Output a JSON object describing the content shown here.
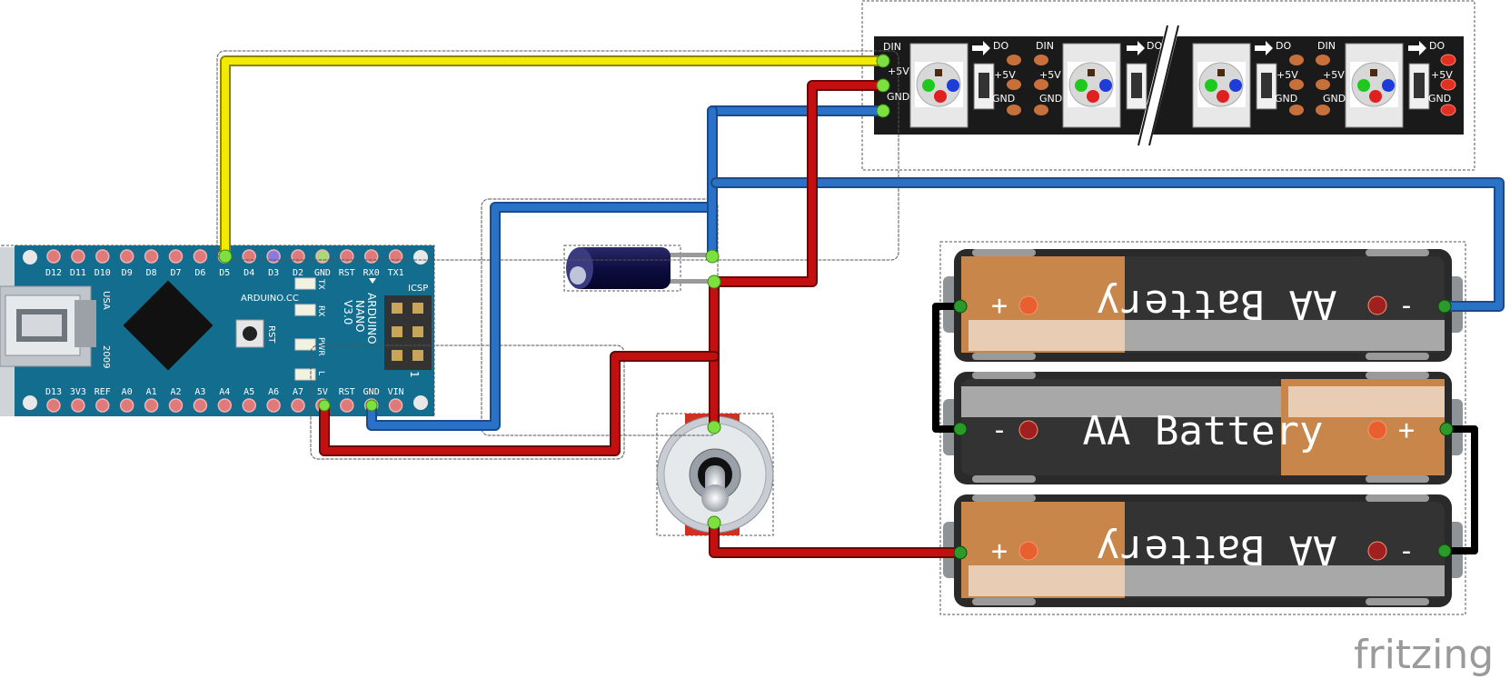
{
  "watermark": "fritzing",
  "arduino": {
    "top_pins": [
      "D12",
      "D11",
      "D10",
      "D9",
      "D8",
      "D7",
      "D6",
      "D5",
      "D4",
      "D3",
      "D2",
      "GND",
      "RST",
      "RX0",
      "TX1"
    ],
    "bottom_pins": [
      "D13",
      "3V3",
      "REF",
      "A0",
      "A1",
      "A2",
      "A3",
      "A4",
      "A5",
      "A6",
      "A7",
      "5V",
      "RST",
      "GND",
      "VIN"
    ],
    "brand": "ARDUINO.CC",
    "model": [
      "ARDUINO",
      "NANO",
      "V3.0"
    ],
    "origin": [
      "USA",
      "2009"
    ],
    "leds": [
      "TX",
      "RX",
      "PWR",
      "L"
    ],
    "rst_button": "RST",
    "icsp": "ICSP",
    "icsp_pin1": "1"
  },
  "led_strip": {
    "pads_left": [
      "DIN",
      "+5V",
      "GND"
    ],
    "pads_in": [
      "DIN",
      "+5V",
      "GND"
    ],
    "pads_out": [
      "DO",
      "+5V",
      "GND"
    ]
  },
  "batteries": [
    {
      "label": "AA Battery",
      "plus": "+",
      "minus": "-"
    },
    {
      "label": "AA Battery",
      "plus": "+",
      "minus": "-"
    },
    {
      "label": "AA Battery",
      "plus": "+",
      "minus": "-"
    }
  ],
  "colors": {
    "board": "#136d8f",
    "strip": "#1a1a1a",
    "wire_signal": "#f2ea00",
    "wire_power": "#c21010",
    "wire_ground": "#2a72c8",
    "wire_battery": "#111111"
  }
}
